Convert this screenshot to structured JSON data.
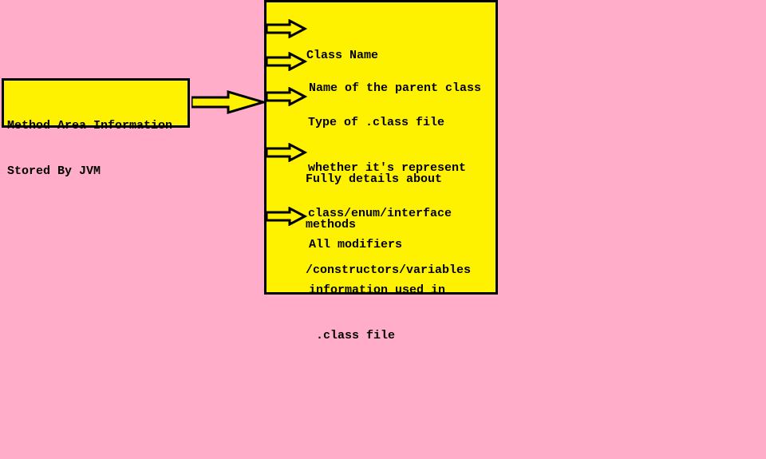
{
  "source_box": {
    "lines": [
      "Method Area Information",
      "Stored By JVM"
    ]
  },
  "info_items": [
    {
      "lines": [
        "Class Name"
      ],
      "arrow_icon": "hollow-right-arrow"
    },
    {
      "lines": [
        "Name of the parent class"
      ],
      "arrow_icon": "hollow-right-arrow"
    },
    {
      "lines": [
        "Type of .class file",
        "whether it's represent",
        "class/enum/interface"
      ],
      "arrow_icon": "hollow-right-arrow"
    },
    {
      "lines": [
        "Fully details about",
        "methods",
        "/constructors/variables"
      ],
      "arrow_icon": "hollow-right-arrow"
    },
    {
      "lines": [
        "All modifiers",
        "information used in",
        " .class file"
      ],
      "arrow_icon": "hollow-right-arrow"
    }
  ],
  "colors": {
    "background": "#ffadc8",
    "box_fill": "#fff200",
    "stroke": "#000000"
  }
}
